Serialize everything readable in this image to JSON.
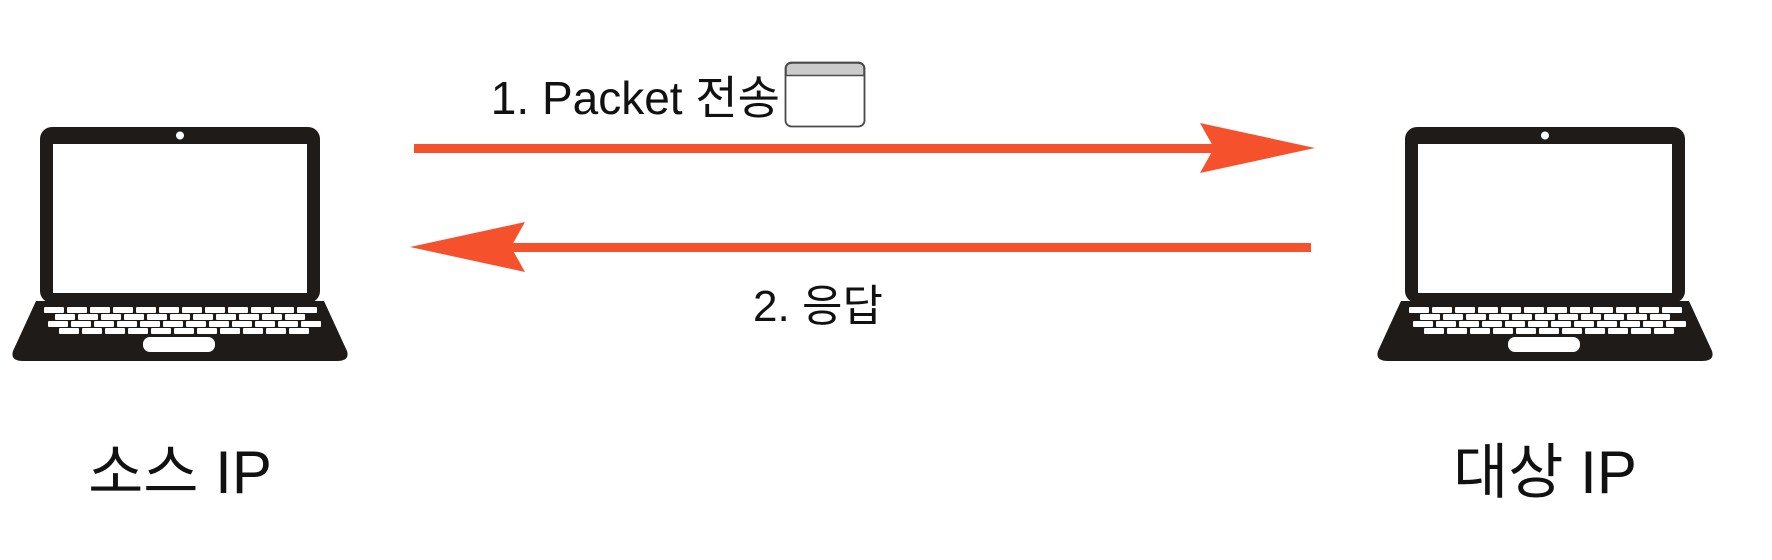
{
  "nodes": [
    {
      "id": "source-ip",
      "icon": "laptop-icon",
      "label": "소스 IP"
    },
    {
      "id": "target-ip",
      "icon": "laptop-icon",
      "label": "대상 IP"
    }
  ],
  "flows": [
    {
      "id": "packet-send",
      "label": "1. Packet 전송",
      "direction": "left-to-right",
      "icon": "window-icon"
    },
    {
      "id": "response",
      "label": "2. 응답",
      "direction": "right-to-left"
    }
  ],
  "colors": {
    "arrow": "#F5512D",
    "device": "#1F1B18",
    "text": "#111111",
    "packet_icon_body": "#FFFFFF",
    "packet_icon_titlebar": "#CBCBCB",
    "packet_icon_border": "#4A4A4A"
  }
}
